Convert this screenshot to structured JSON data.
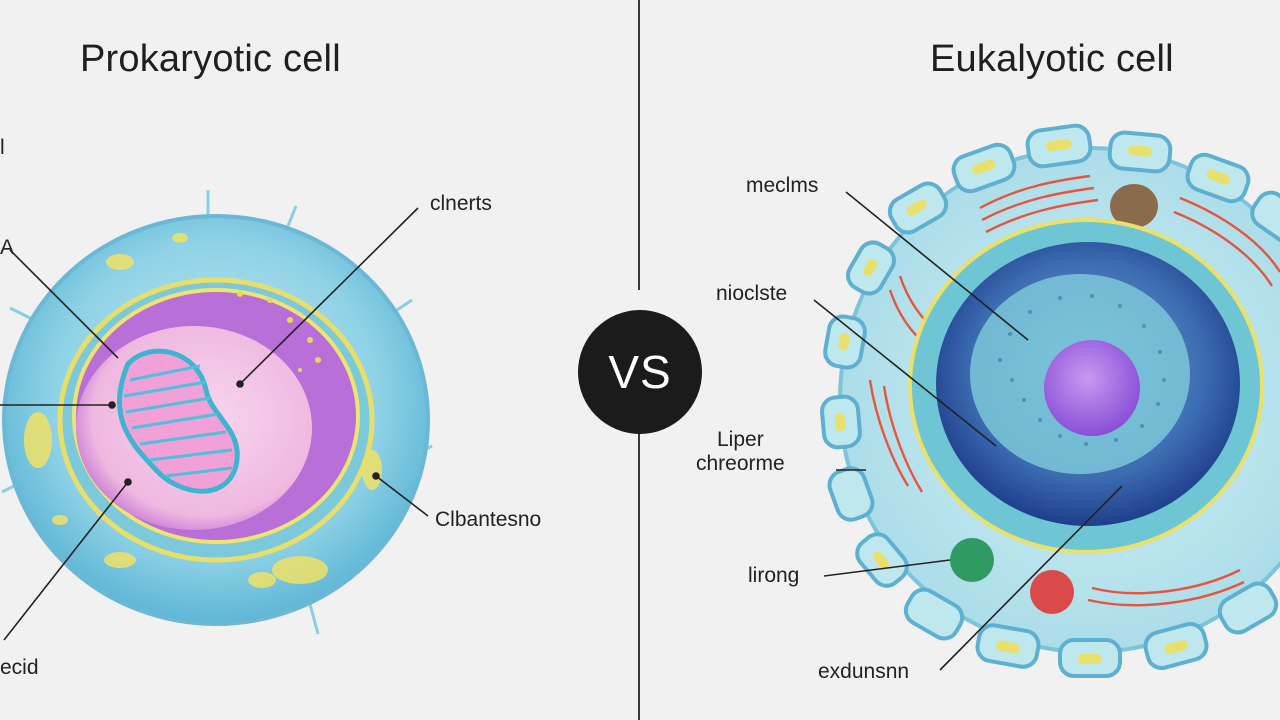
{
  "left_panel": {
    "title": "Prokaryotic cell",
    "labels": [
      {
        "id": "top-left",
        "text": "l"
      },
      {
        "id": "mid-left",
        "text": "A"
      },
      {
        "id": "top-right",
        "text": "clnerts"
      },
      {
        "id": "right",
        "text": "Clbantesno"
      },
      {
        "id": "bottom-left",
        "text": "ecid"
      }
    ]
  },
  "right_panel": {
    "title": "Eukalyotic cell",
    "labels": [
      {
        "id": "mecilms",
        "text": "meclms"
      },
      {
        "id": "nioclste",
        "text": "nioclste"
      },
      {
        "id": "liper",
        "text": "Liper\nchreorme"
      },
      {
        "id": "lirong",
        "text": "lirong"
      },
      {
        "id": "exdunsn",
        "text": "exdunsnn"
      }
    ]
  },
  "vs_badge": "VS",
  "colors": {
    "background": "#f1f1f1",
    "cell_outer": "#7fc8e0",
    "membrane_yellow": "#efe46a",
    "prokaryote_purple": "#b871d8",
    "nucleus_blue": "#2e4f9e",
    "nucleolus_purple": "#9b63e0"
  }
}
